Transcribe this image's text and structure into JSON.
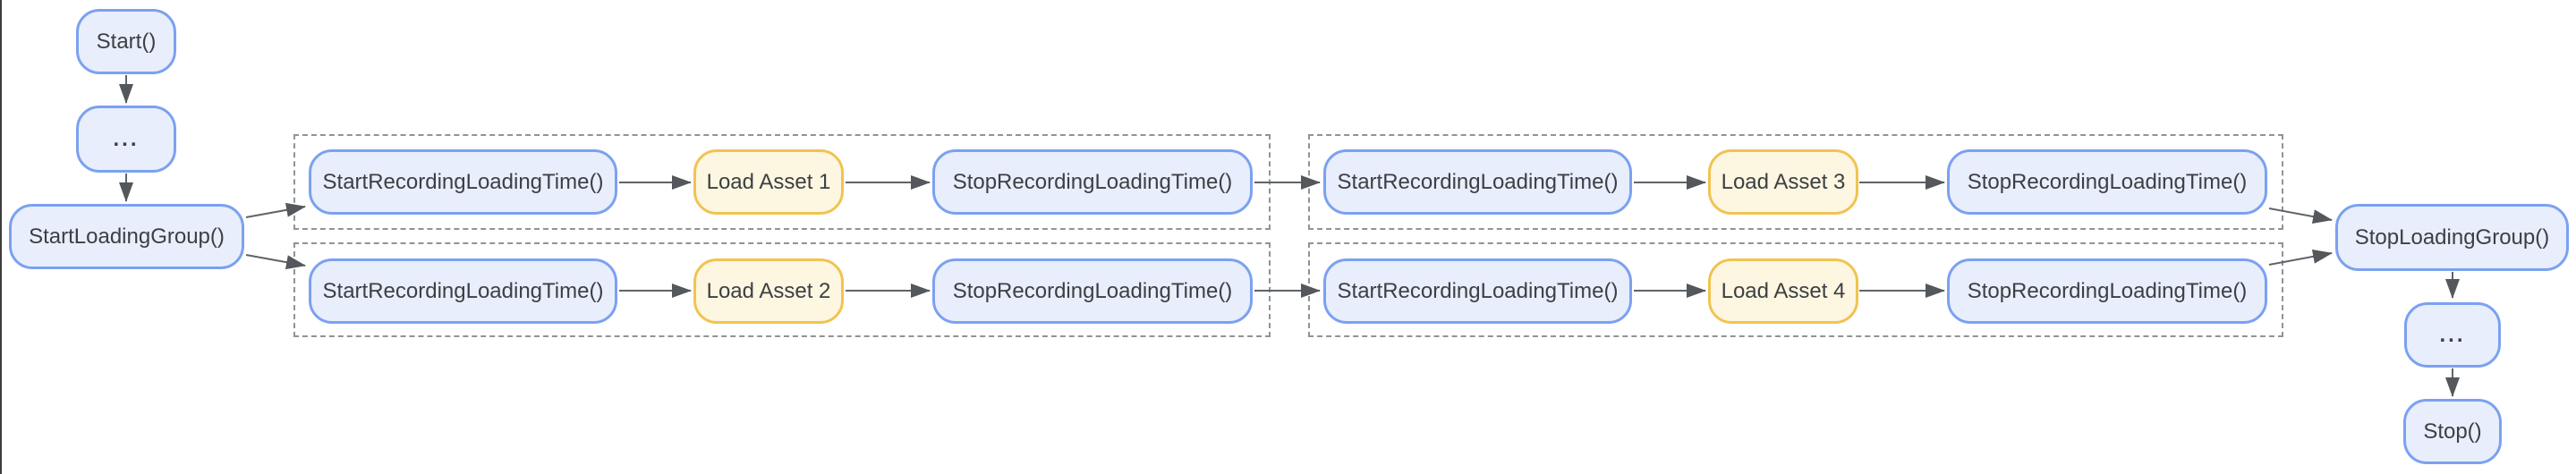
{
  "diagram_type": "flowchart",
  "colors": {
    "bg": "#FFFFFF",
    "blue_fill": "#E8EEFC",
    "blue_border": "#7BA1F0",
    "yellow_fill": "#FDF6E1",
    "yellow_border": "#F1C350",
    "text": "#3C4043",
    "edge": "#5F6368",
    "arrowhead": "#54575B",
    "cluster_border": "#8E9499"
  },
  "nodes": {
    "start": "Start()",
    "ellipsis_top": "...",
    "start_loading_group": "StartLoadingGroup()",
    "group1_row1_start_recording": "StartRecordingLoadingTime()",
    "group1_row1_load_asset": "Load Asset 1",
    "group1_row1_stop_recording": "StopRecordingLoadingTime()",
    "group1_row2_start_recording": "StartRecordingLoadingTime()",
    "group1_row2_load_asset": "Load Asset 2",
    "group1_row2_stop_recording": "StopRecordingLoadingTime()",
    "group2_row1_start_recording": "StartRecordingLoadingTime()",
    "group2_row1_load_asset": "Load Asset 3",
    "group2_row1_stop_recording": "StopRecordingLoadingTime()",
    "group2_row2_start_recording": "StartRecordingLoadingTime()",
    "group2_row2_load_asset": "Load Asset 4",
    "group2_row2_stop_recording": "StopRecordingLoadingTime()",
    "stop_loading_group": "StopLoadingGroup()",
    "ellipsis_bottom": "...",
    "stop": "Stop()"
  }
}
